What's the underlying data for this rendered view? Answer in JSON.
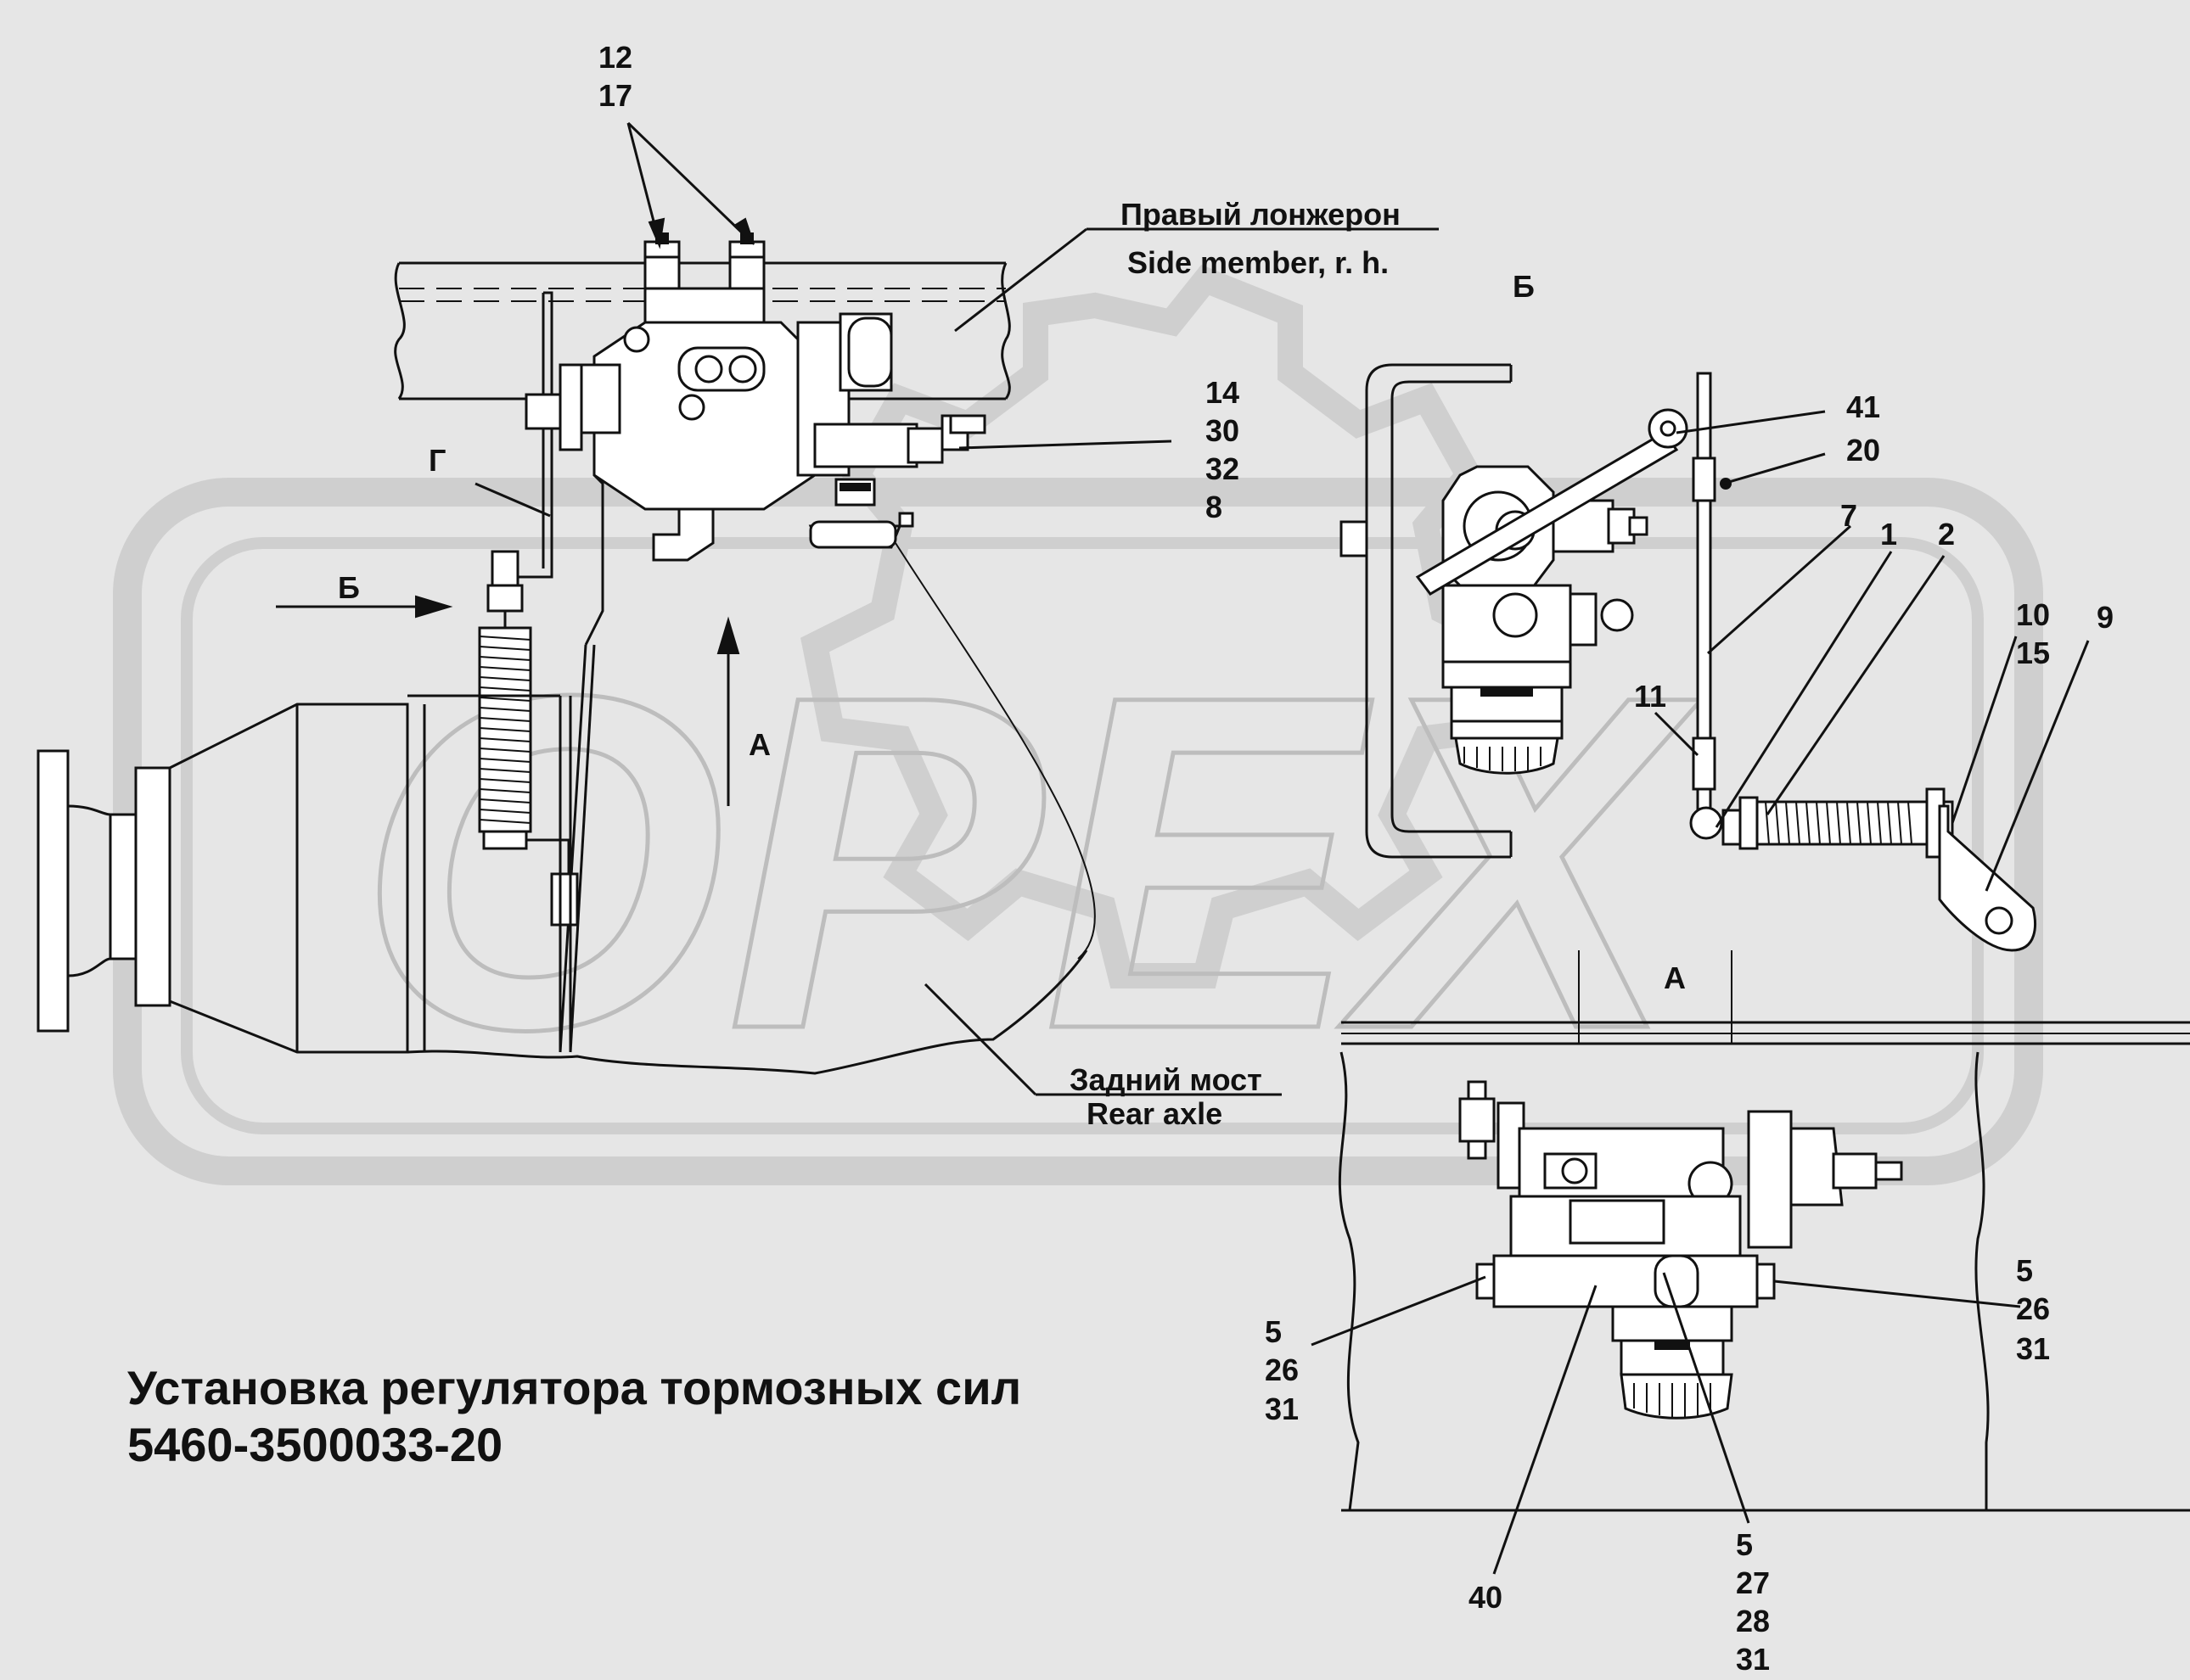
{
  "title": {
    "line1": "Установка регулятора тормозных сил",
    "line2": "5460-3500033-20"
  },
  "watermark": "OPEX",
  "labels": {
    "side_member_ru": "Правый лонжерон",
    "side_member_en": "Side member, r. h.",
    "rear_axle_ru": "Задний мост",
    "rear_axle_en": "Rear axle",
    "view_b_top": "Б",
    "view_b_arrow": "Б",
    "view_g": "Г",
    "view_a_arrow": "А",
    "view_a_title": "А"
  },
  "callouts": {
    "c12": "12",
    "c17": "17",
    "c14": "14",
    "c30": "30",
    "c32": "32",
    "c8": "8",
    "c41": "41",
    "c20": "20",
    "c7": "7",
    "c1": "1",
    "c2": "2",
    "c10": "10",
    "c15": "15",
    "c9": "9",
    "c11": "11",
    "r5": "5",
    "r26": "26",
    "r31": "31",
    "l5": "5",
    "l26": "26",
    "l31": "31",
    "b40": "40",
    "b5": "5",
    "b27": "27",
    "b28": "28",
    "b31": "31"
  },
  "colors": {
    "background": "#e6e6e6",
    "watermark": "#cfcfcf",
    "ink": "#111111"
  }
}
